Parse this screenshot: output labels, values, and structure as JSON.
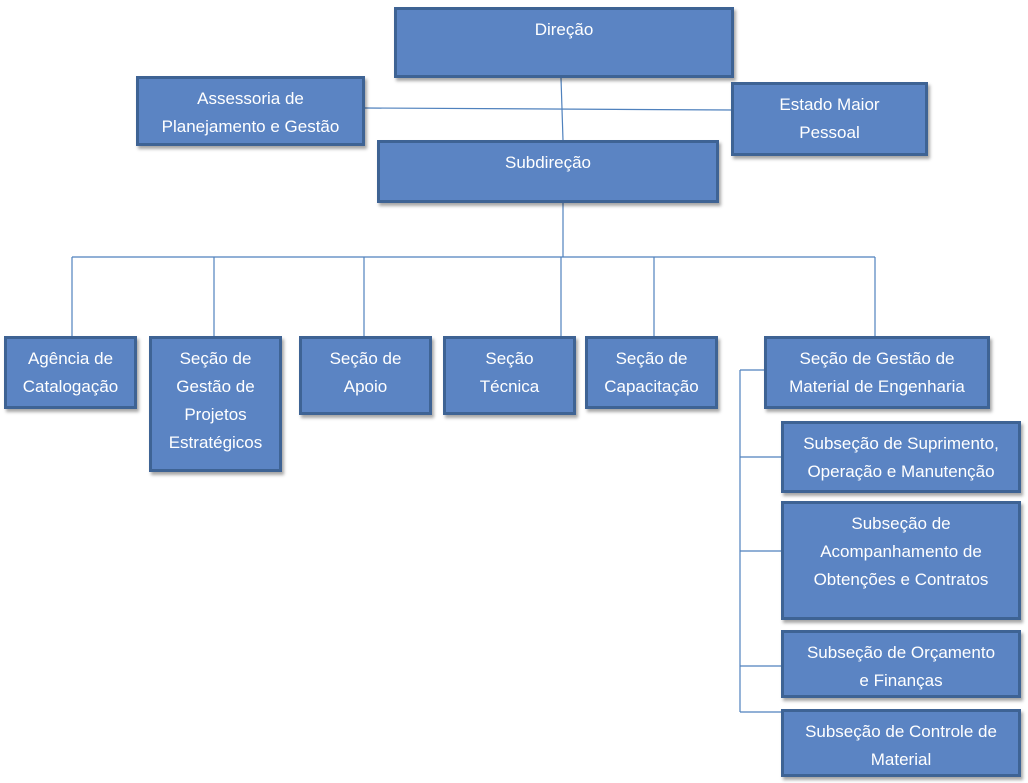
{
  "colors": {
    "box_fill": "#5b84c3",
    "box_border": "#3e6394",
    "line": "#4f81bd",
    "text": "#ffffff"
  },
  "nodes": {
    "direcao": [
      "Direção"
    ],
    "assessoria": [
      "Assessoria de",
      "Planejamento e Gestão"
    ],
    "estado_maior": [
      "Estado Maior",
      "Pessoal"
    ],
    "subdirecao": [
      "Subdireção"
    ],
    "agencia": [
      "Agência de",
      "Catalogação"
    ],
    "secao_projetos": [
      "Seção de",
      "Gestão de",
      "Projetos",
      "Estratégicos"
    ],
    "secao_apoio": [
      "Seção de",
      "Apoio"
    ],
    "secao_tecnica": [
      "Seção",
      "Técnica"
    ],
    "secao_capacitacao": [
      "Seção de",
      "Capacitação"
    ],
    "secao_material": [
      "Seção de Gestão de",
      "Material de Engenharia"
    ],
    "sub_suprimento": [
      "Subseção de Suprimento,",
      "Operação e Manutenção"
    ],
    "sub_acompanhamento": [
      "Subseção de",
      "Acompanhamento de",
      "Obtenções e Contratos"
    ],
    "sub_orcamento": [
      "Subseção de Orçamento",
      "e Finanças"
    ],
    "sub_controle": [
      "Subseção de Controle de",
      "Material"
    ]
  }
}
